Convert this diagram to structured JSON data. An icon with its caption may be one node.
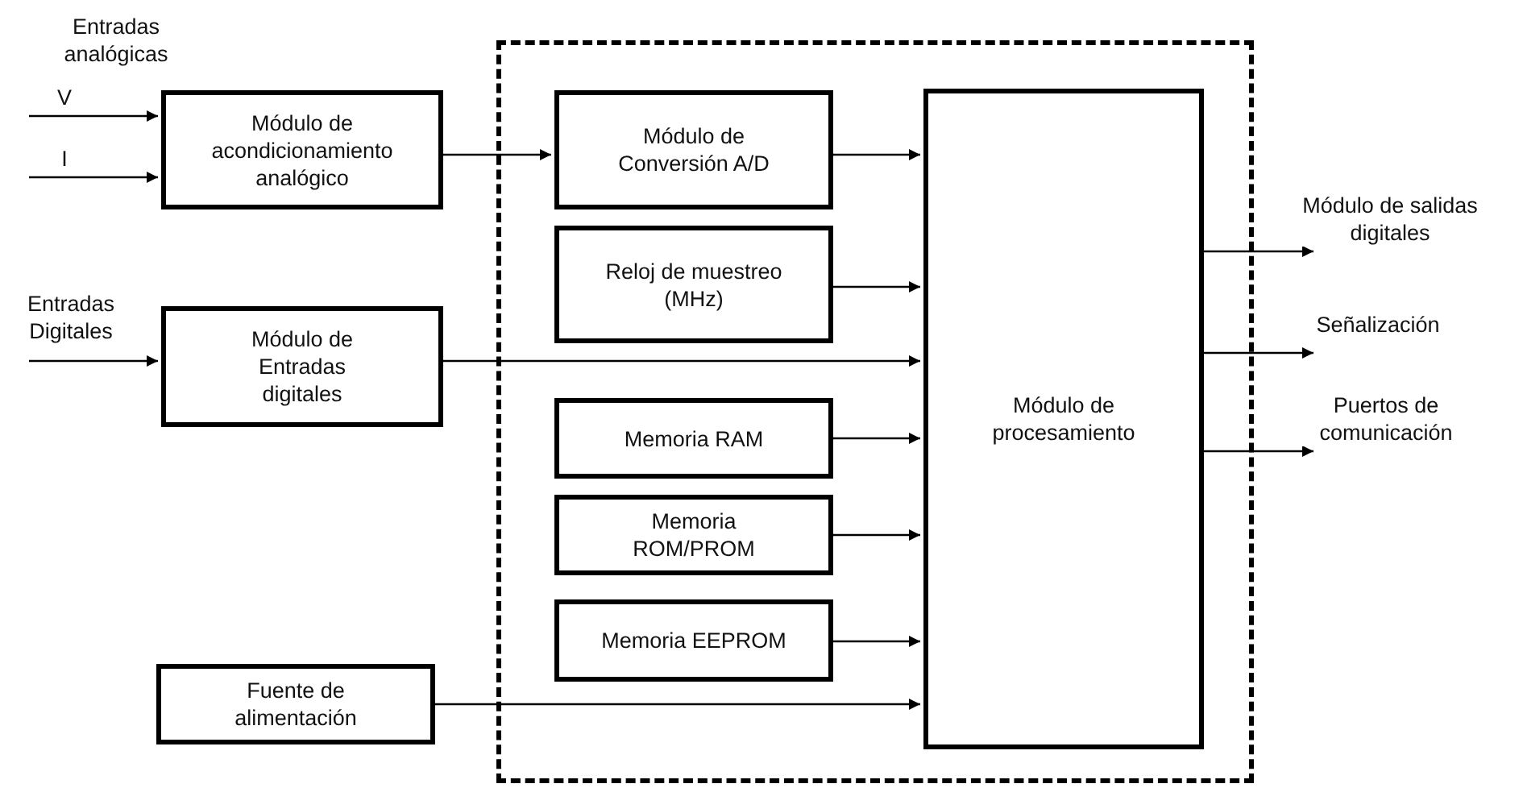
{
  "diagram": {
    "nodes": [
      {
        "text": [],
        "shape": "box"
      },
      {
        "text": [
          "Módulo de acondicionamiento analógico"
        ]
      },
      {
        "text": [
          "Módulo de Entradas digitales"
        ]
      },
      {
        "text": [
          "Fuente de alimentación"
        ]
      },
      {
        "text": [
          "Módulo de Conversión A/D"
        ],
        "in": 0
      },
      {
        "text": [
          "Reloj de muestreo (MHz)"
        ],
        "in": 0
      },
      {
        "text": [
          "Memoria RAM"
        ],
        "in": 0
      },
      {
        "text": [
          "Memoria ROM/PROM"
        ],
        "in": 0
      },
      {
        "text": [
          "Memoria EEPROM"
        ],
        "in": 0
      },
      {
        "text": [
          "Módulo de procesamiento"
        ],
        "in": 0
      }
    ],
    "edges": [
      {
        "from": null,
        "to": 1,
        "arrow": "to",
        "label": "V"
      },
      {
        "from": null,
        "to": 1,
        "arrow": "to",
        "label": "I"
      },
      {
        "from": null,
        "to": 2,
        "arrow": "to",
        "label": "Entradas Digitales"
      },
      {
        "from": 1,
        "to": 4,
        "arrow": "to"
      },
      {
        "from": 2,
        "to": 9,
        "arrow": "to"
      },
      {
        "from": 3,
        "to": 9,
        "arrow": "to"
      },
      {
        "from": 4,
        "to": 9,
        "arrow": "to"
      },
      {
        "from": 5,
        "to": 9,
        "arrow": "to"
      },
      {
        "from": 6,
        "to": 9,
        "arrow": "to"
      },
      {
        "from": 7,
        "to": 9,
        "arrow": "to"
      },
      {
        "from": 8,
        "to": 9,
        "arrow": "to"
      },
      {
        "from": 9,
        "to": null,
        "arrow": "to",
        "label": "Módulo de salidas digitales"
      },
      {
        "from": 9,
        "to": null,
        "arrow": "to",
        "label": "Señalización"
      },
      {
        "from": 9,
        "to": null,
        "arrow": "to",
        "label": "Puertos de comunicación"
      }
    ],
    "labels": [
      "Entradas analógicas"
    ]
  }
}
